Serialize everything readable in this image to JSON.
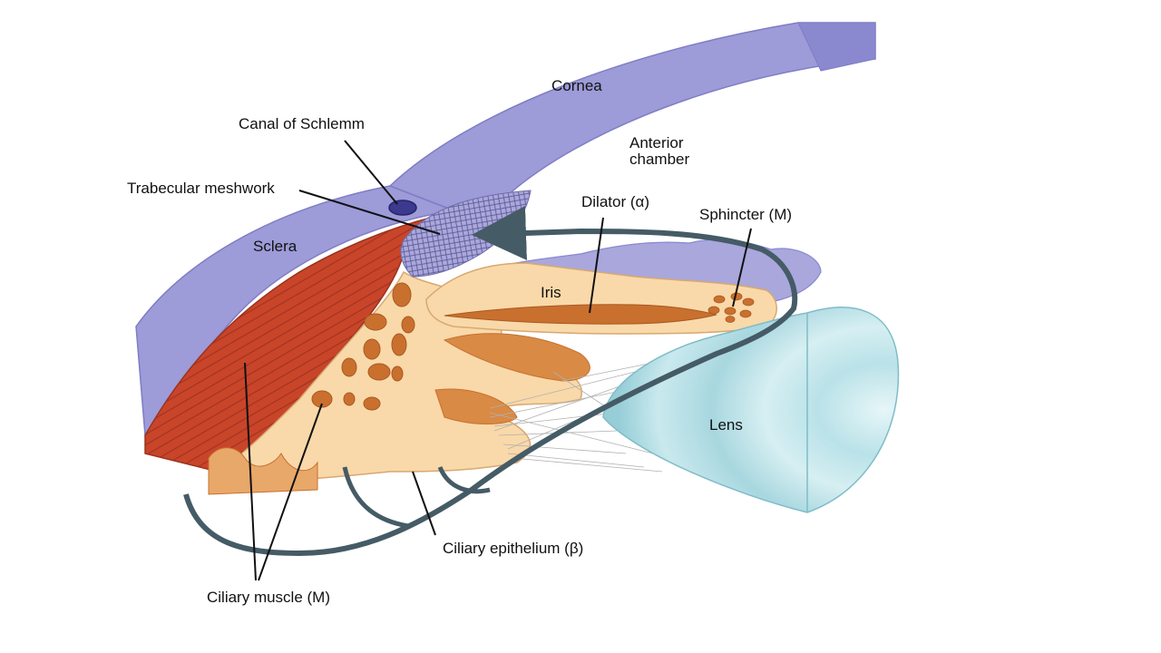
{
  "labels": {
    "cornea": "Cornea",
    "canal_of_schlemm": "Canal of Schlemm",
    "anterior_chamber": "Anterior chamber",
    "trabecular_meshwork": "Trabecular meshwork",
    "dilator": "Dilator (α)",
    "sphincter": "Sphincter (M)",
    "sclera": "Sclera",
    "iris": "Iris",
    "lens": "Lens",
    "ciliary_epithelium": "Ciliary epithelium (β)",
    "ciliary_muscle": "Ciliary muscle (M)"
  },
  "colors": {
    "cornea_sclera": "#9d9bd8",
    "cornea_edge": "#7f7dc4",
    "muscle": "#c8452a",
    "tissue": "#f9d9a9",
    "tissue_dark": "#c9702f",
    "lens": "#a9d9e0",
    "flow_arrow": "#455b66",
    "leader_line": "#111111"
  }
}
